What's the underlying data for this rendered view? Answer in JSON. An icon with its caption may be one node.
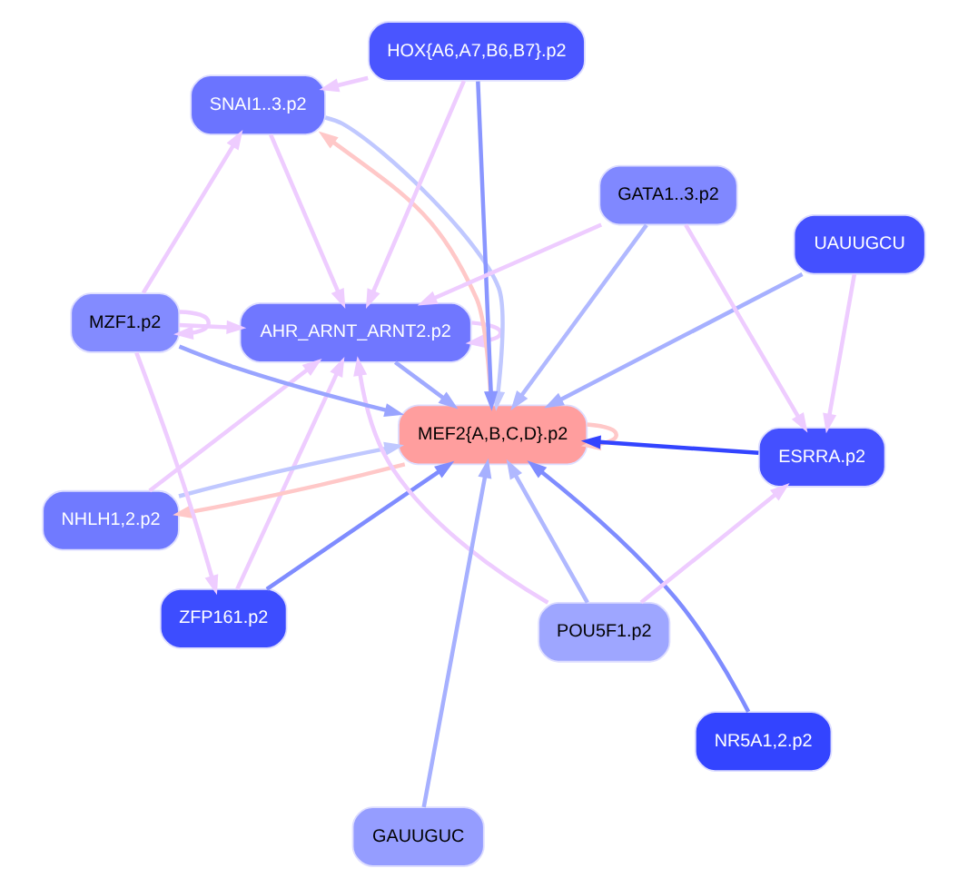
{
  "diagram": {
    "nodes": [
      {
        "text": [
          "ZFP161.p2"
        ]
      },
      {
        "text": [
          "NR5A1,2.p2"
        ]
      },
      {
        "text": [
          "AHR_ARNT_ARNT2.p2"
        ]
      },
      {
        "text": [
          "SNAI1..3.p2"
        ]
      },
      {
        "text": [
          "UAUUGCU"
        ]
      },
      {
        "text": [
          "NHLH1,2.p2"
        ]
      },
      {
        "text": [
          "MEF2{A,B,C,D}.p2"
        ]
      },
      {
        "text": [
          "ESRRA.p2"
        ]
      },
      {
        "text": [
          "POU5F1.p2"
        ]
      },
      {
        "text": [
          "HOX{A6,A7,B6,B7}.p2"
        ]
      },
      {
        "text": [
          "GAUUGUC"
        ]
      },
      {
        "text": [
          "GATA1..3.p2"
        ]
      },
      {
        "text": [
          "MZF1.p2"
        ]
      }
    ],
    "edges": [
      {
        "from": 0,
        "to": 6,
        "arrow": "to",
        "color": "#7f8cff"
      },
      {
        "from": 1,
        "to": 6,
        "arrow": "to",
        "color": "#7f8cff"
      },
      {
        "from": 2,
        "to": 6,
        "arrow": "to",
        "color": "#a0aaff"
      },
      {
        "from": 4,
        "to": 6,
        "arrow": "to",
        "color": "#a6b0ff"
      },
      {
        "from": 3,
        "to": 6,
        "arrow": "to",
        "color": "#c0c8ff"
      },
      {
        "from": 5,
        "to": 6,
        "arrow": "to",
        "color": "#c0c8ff"
      },
      {
        "from": 7,
        "to": 6,
        "arrow": "to",
        "color": "#3344ff"
      },
      {
        "from": 8,
        "to": 6,
        "arrow": "to",
        "color": "#b0b8ff"
      },
      {
        "from": 9,
        "to": 6,
        "arrow": "to",
        "color": "#8a96ff"
      },
      {
        "from": 11,
        "to": 6,
        "arrow": "to",
        "color": "#b0b8ff"
      },
      {
        "from": 12,
        "to": 6,
        "arrow": "to",
        "color": "#99a4ff"
      },
      {
        "from": 10,
        "to": 6,
        "arrow": "to",
        "color": "#a6b0ff"
      },
      {
        "from": 6,
        "to": 3,
        "arrow": "to",
        "color": "#ffc8c8"
      },
      {
        "from": 6,
        "to": 5,
        "arrow": "to",
        "color": "#ffc8c8"
      },
      {
        "from": 6,
        "to": 6,
        "arrow": "to",
        "color": "#ffc8c8"
      },
      {
        "from": 0,
        "to": 2,
        "arrow": "to"
      },
      {
        "from": 2,
        "to": 2,
        "arrow": "to"
      },
      {
        "from": 3,
        "to": 2,
        "arrow": "to"
      },
      {
        "from": 12,
        "to": 0,
        "arrow": "to"
      },
      {
        "from": 9,
        "to": 2,
        "arrow": "to"
      },
      {
        "from": 11,
        "to": 2,
        "arrow": "to"
      },
      {
        "from": 9,
        "to": 3,
        "arrow": "to"
      },
      {
        "from": 11,
        "to": 7,
        "arrow": "to"
      },
      {
        "from": 8,
        "to": 7,
        "arrow": "to"
      },
      {
        "from": 4,
        "to": 7,
        "arrow": "to"
      },
      {
        "from": 12,
        "to": 2,
        "arrow": "to"
      },
      {
        "from": 8,
        "to": 2,
        "arrow": "to"
      },
      {
        "from": 5,
        "to": 2,
        "arrow": "to"
      },
      {
        "from": 12,
        "to": 3,
        "arrow": "to"
      },
      {
        "from": 12,
        "to": 12,
        "arrow": "to"
      }
    ]
  }
}
